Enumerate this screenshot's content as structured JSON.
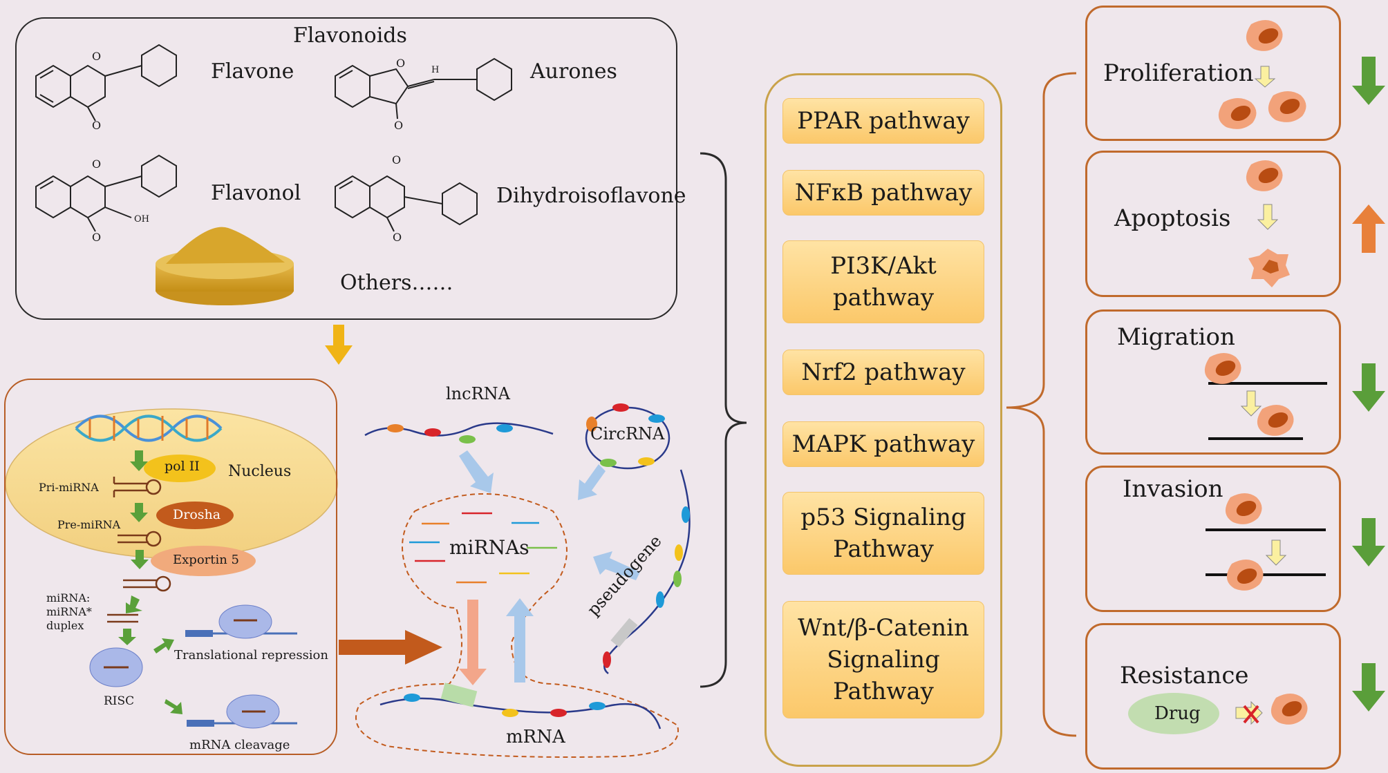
{
  "flavonoids": {
    "title": "Flavonoids",
    "compounds": [
      "Flavone",
      "Aurones",
      "Flavonol",
      "Dihydroisoflavone"
    ],
    "others": "Others……",
    "atom_labels": {
      "o": "O",
      "oh": "OH",
      "h": "H"
    }
  },
  "rna_biogenesis": {
    "pol": "pol II",
    "nucleus": "Nucleus",
    "pri": "Pri-miRNA",
    "drosha": "Drosha",
    "pre": "Pre-miRNA",
    "exportin": "Exportin 5",
    "duplex_1": "miRNA:",
    "duplex_2": "miRNA*",
    "duplex_3": "duplex",
    "risc": "RISC",
    "translational": "Translational repression",
    "cleavage": "mRNA cleavage"
  },
  "network": {
    "lncrna": "lncRNA",
    "circrna": "CircRNA",
    "mirnas": "miRNAs",
    "pseudogene": "pseudogene",
    "mrna": "mRNA"
  },
  "pathways": [
    {
      "lines": [
        "PPAR pathway"
      ]
    },
    {
      "lines": [
        "NFκB pathway"
      ]
    },
    {
      "lines": [
        "PI3K/Akt",
        "pathway"
      ]
    },
    {
      "lines": [
        "Nrf2 pathway"
      ]
    },
    {
      "lines": [
        "MAPK pathway"
      ]
    },
    {
      "lines": [
        "p53 Signaling",
        "Pathway"
      ]
    },
    {
      "lines": [
        "Wnt/β-Catenin",
        "Signaling",
        "Pathway"
      ]
    }
  ],
  "effects": [
    {
      "label": "Proliferation",
      "direction": "down",
      "color": "#5a9e3a"
    },
    {
      "label": "Apoptosis",
      "direction": "up",
      "color": "#e8803a"
    },
    {
      "label": "Migration",
      "direction": "down",
      "color": "#5a9e3a"
    },
    {
      "label": "Invasion",
      "direction": "down",
      "color": "#5a9e3a"
    },
    {
      "label": "Resistance",
      "direction": "down",
      "color": "#5a9e3a"
    }
  ],
  "drug_label": "Drug",
  "colors": {
    "frame_orange": "#b75d25",
    "pathway_fill": "#fbc86a",
    "pathway_border": "#c9a24a",
    "cell": "#f2a27a",
    "nucleus": "#b84c12"
  }
}
